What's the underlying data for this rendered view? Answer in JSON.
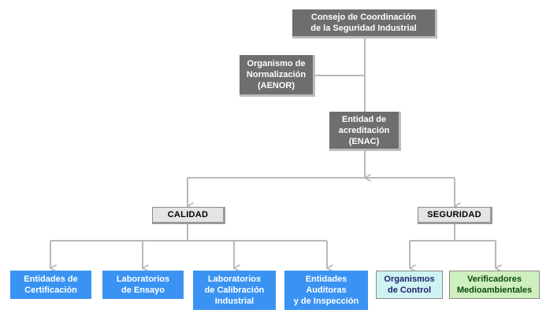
{
  "top": {
    "label": "Consejo de Coordinación\nde la Seguridad Industrial"
  },
  "normalization": {
    "label": "Organismo de\nNormalización\n(AENOR)"
  },
  "accreditation": {
    "label": "Entidad de\nacreditación\n(ENAC)"
  },
  "calidad": {
    "label": "CALIDAD",
    "children": [
      {
        "label": "Entidades de\nCertificación"
      },
      {
        "label": "Laboratorios\nde Ensayo"
      },
      {
        "label": "Laboratorios\nde Calibración\nIndustrial"
      },
      {
        "label": "Entidades\nAuditoras\ny de Inspección"
      }
    ]
  },
  "seguridad": {
    "label": "SEGURIDAD",
    "children": [
      {
        "label": "Organismos\nde Control"
      },
      {
        "label": "Verificadores\nMedioambientales"
      }
    ]
  },
  "colors": {
    "dark_box": "#6e6e6e",
    "category_box": "#e4e4e4",
    "calidad_child": "#3a93f2",
    "organismos": "#cff3f3",
    "verificadores": "#cfefbf",
    "connector": "#b9b9b9"
  }
}
